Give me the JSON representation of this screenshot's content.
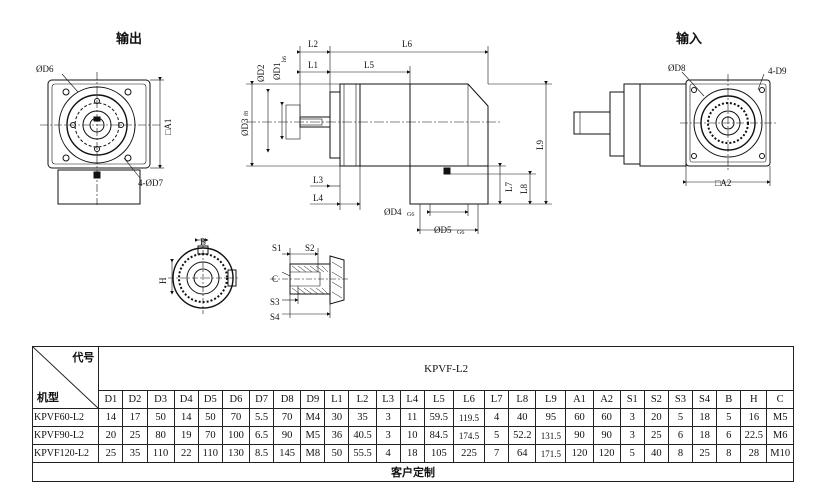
{
  "views": {
    "output_title": "输出",
    "input_title": "输入"
  },
  "dims": {
    "d6": "ØD6",
    "a1": "□A1",
    "d7": "4-ØD7",
    "l2": "L2",
    "l1": "L1",
    "l6": "L6",
    "l5": "L5",
    "d2": "ØD2",
    "d1": "ØD1",
    "d1_tol": "h6",
    "d3": "ØD3",
    "d3_tol": "f8",
    "l3": "L3",
    "l4": "L4",
    "l7": "L7",
    "l8": "L8",
    "l9": "L9",
    "d4": "ØD4",
    "d4_tol": "G6",
    "d5": "ØD5",
    "d5_tol": "G6",
    "d8": "ØD8",
    "d9": "4-D9",
    "a2": "□A2",
    "b": "B",
    "h": "H",
    "s1": "S1",
    "s2": "S2",
    "c": "C",
    "s3": "S3",
    "s4": "S4"
  },
  "table": {
    "corner_top": "代号",
    "corner_bottom": "机型",
    "series": "KPVF-L2",
    "columns": [
      "D1",
      "D2",
      "D3",
      "D4",
      "D5",
      "D6",
      "D7",
      "D8",
      "D9",
      "L1",
      "L2",
      "L3",
      "L4",
      "L5",
      "L6",
      "L7",
      "L8",
      "L9",
      "A1",
      "A2",
      "S1",
      "S2",
      "S3",
      "S4",
      "B",
      "H",
      "C"
    ],
    "rows": [
      {
        "model": "KPVF60-L2",
        "values": [
          "14",
          "17",
          "50",
          "14",
          "50",
          "70",
          "5.5",
          "70",
          "M4",
          "30",
          "35",
          "3",
          "11",
          "59.5",
          "119.5",
          "4",
          "40",
          "95",
          "60",
          "60",
          "3",
          "20",
          "5",
          "18",
          "5",
          "16",
          "M5"
        ]
      },
      {
        "model": "KPVF90-L2",
        "values": [
          "20",
          "25",
          "80",
          "19",
          "70",
          "100",
          "6.5",
          "90",
          "M5",
          "36",
          "40.5",
          "3",
          "10",
          "84.5",
          "174.5",
          "5",
          "52.2",
          "131.5",
          "90",
          "90",
          "3",
          "25",
          "6",
          "18",
          "6",
          "22.5",
          "M6"
        ]
      },
      {
        "model": "KPVF120-L2",
        "values": [
          "25",
          "35",
          "110",
          "22",
          "110",
          "130",
          "8.5",
          "145",
          "M8",
          "50",
          "55.5",
          "4",
          "18",
          "105",
          "225",
          "7",
          "64",
          "171.5",
          "120",
          "120",
          "5",
          "40",
          "8",
          "25",
          "8",
          "28",
          "M10"
        ]
      }
    ],
    "footer": "客户定制"
  }
}
